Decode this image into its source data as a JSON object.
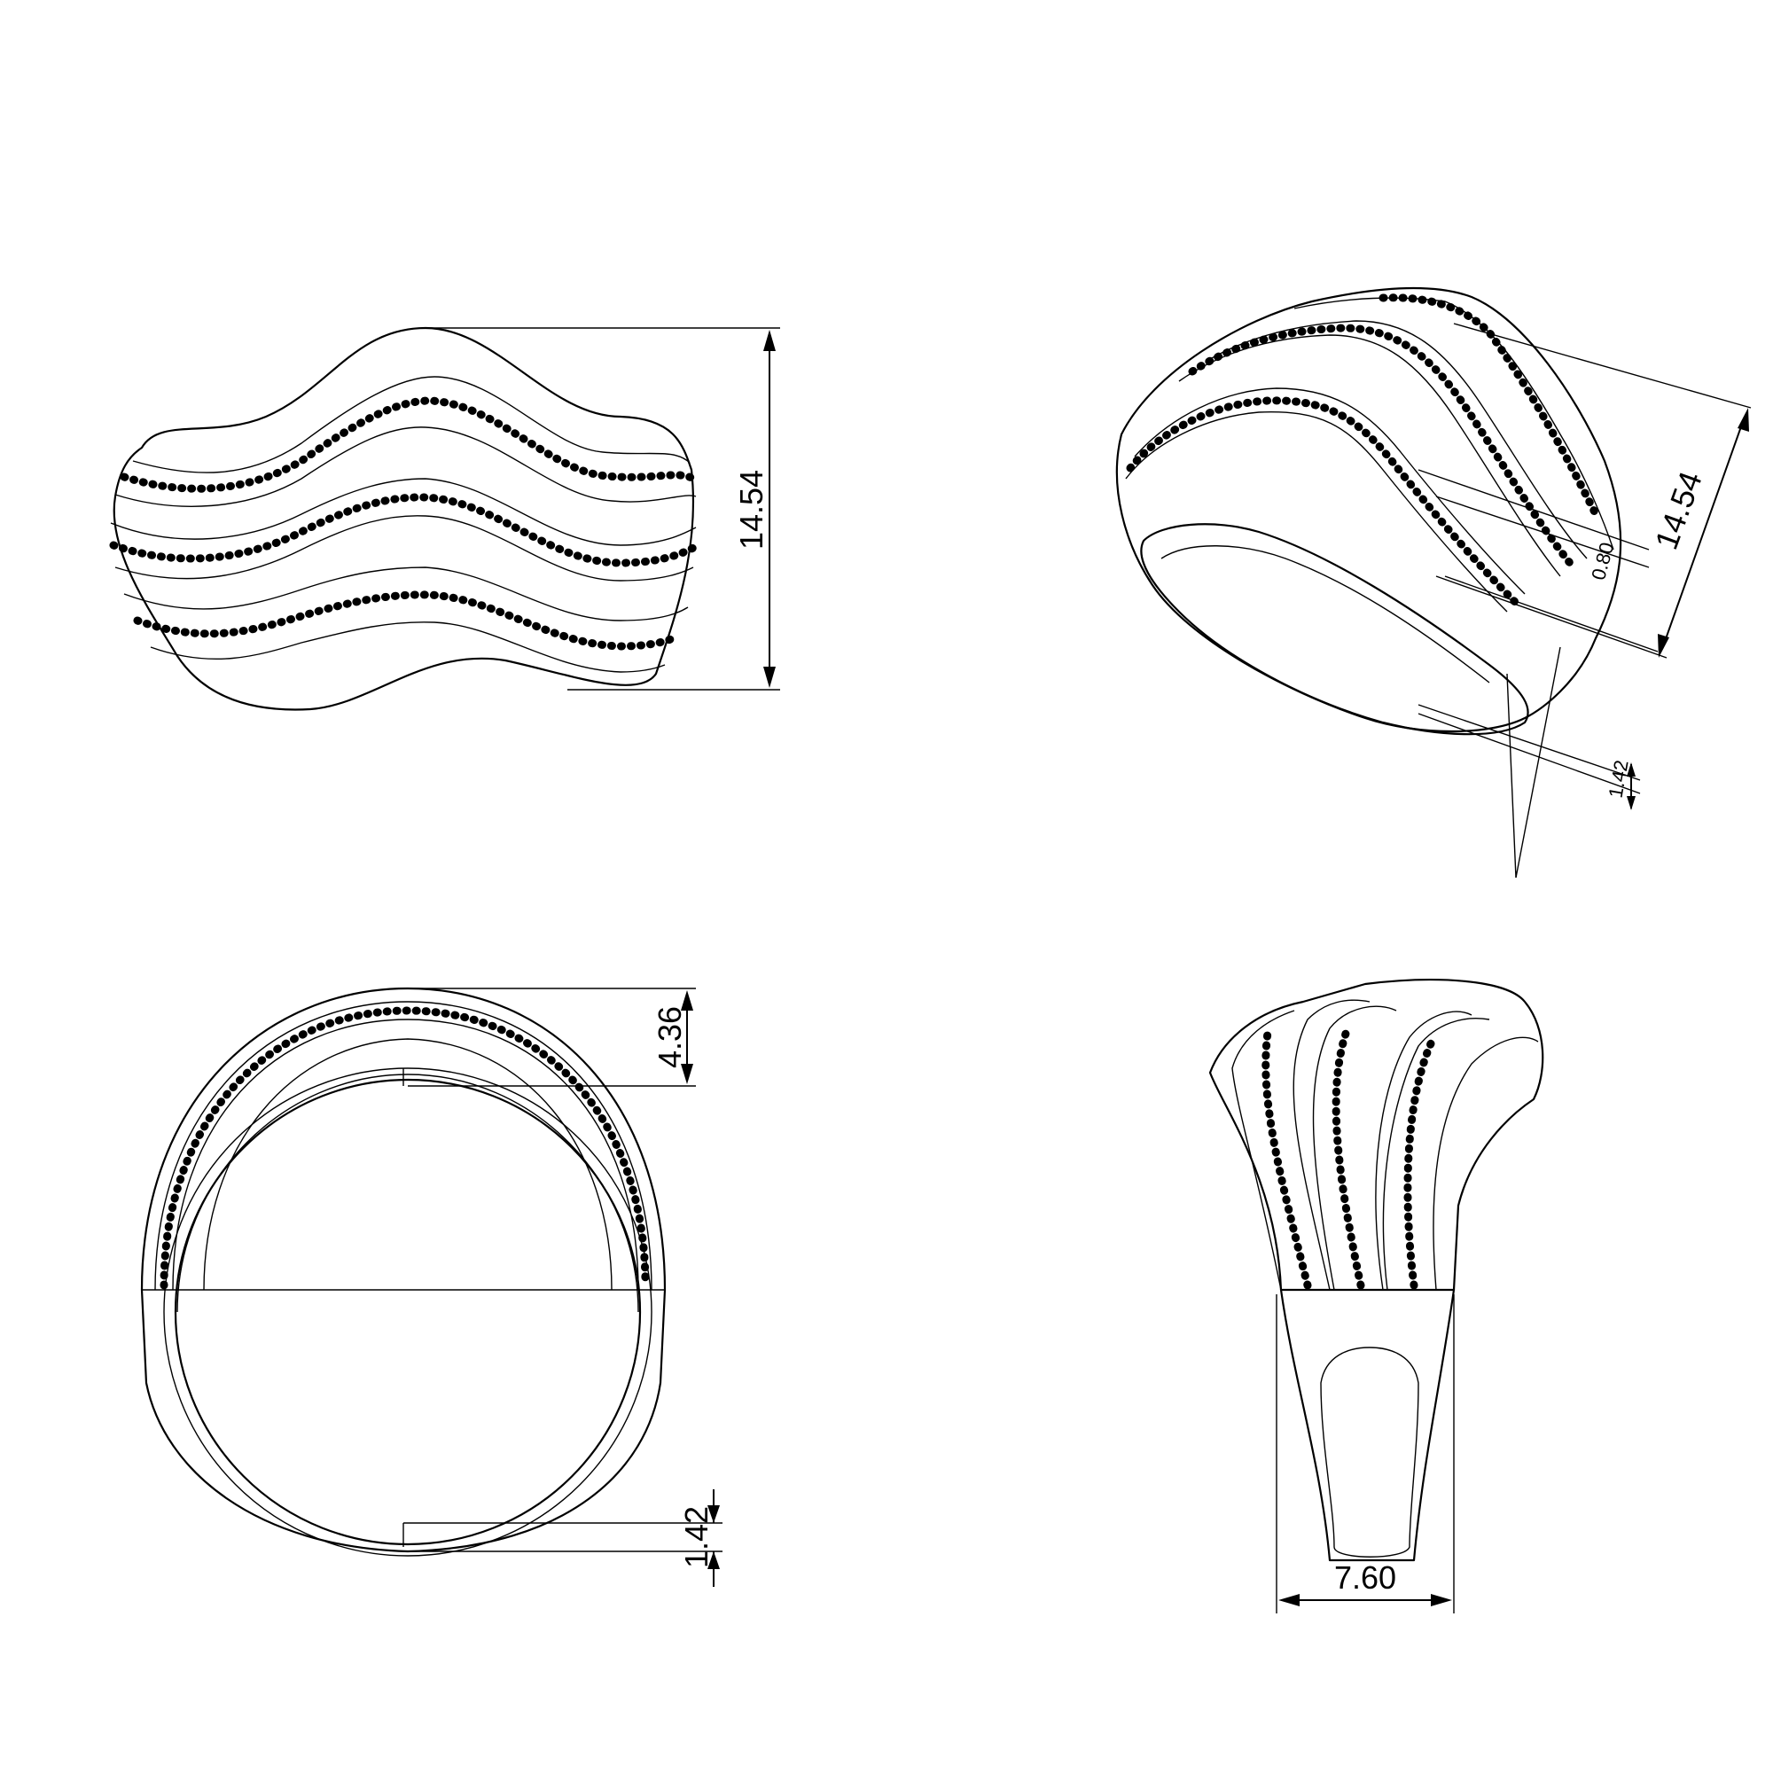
{
  "dimensions": {
    "front_height": "14.54",
    "iso_height": "14.54",
    "iso_stone_depth": "0.80",
    "iso_shank_small": "1.42",
    "side_top_thickness": "4.36",
    "side_bottom_thickness": "1.42",
    "back_shank_width": "7.60"
  },
  "colors": {
    "line": "#000000",
    "background": "#ffffff"
  }
}
